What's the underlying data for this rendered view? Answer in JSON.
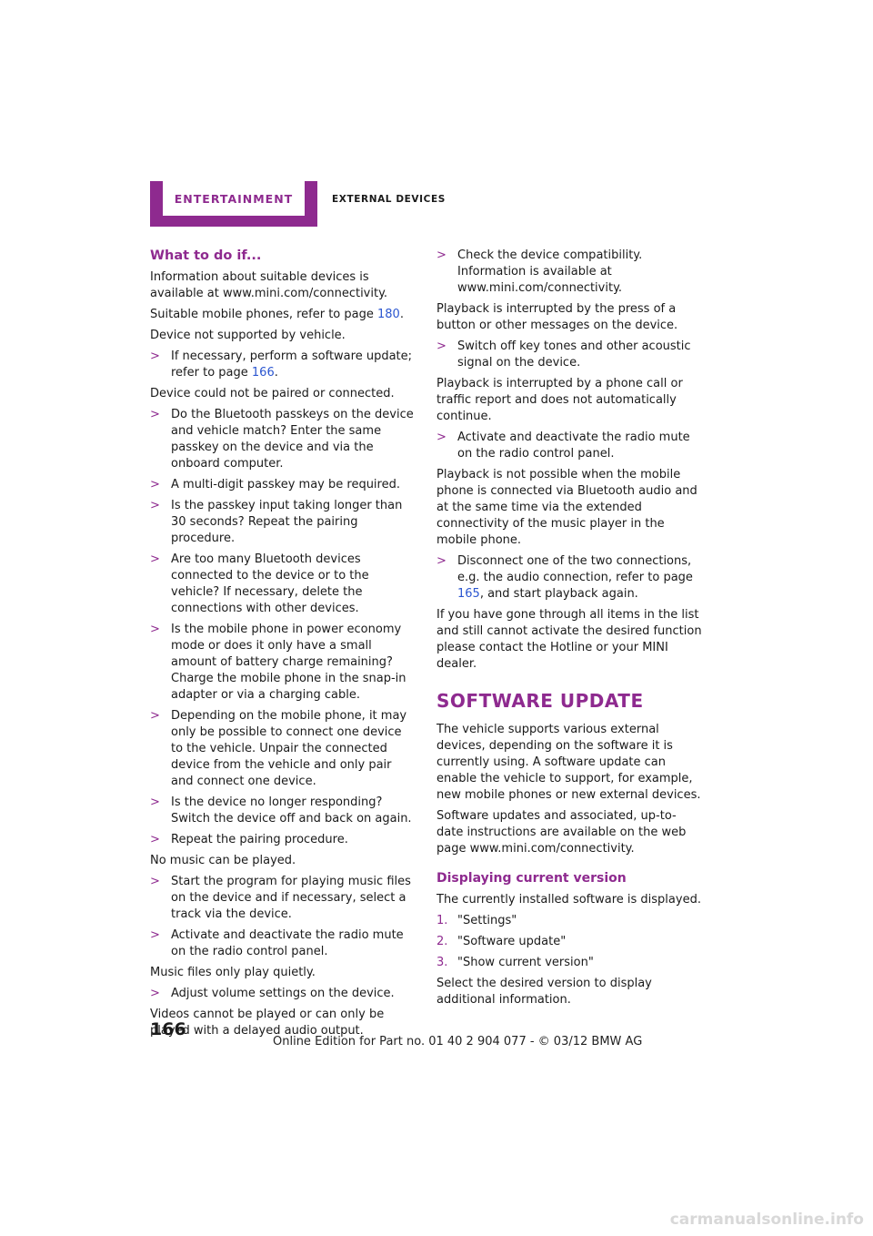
{
  "header": {
    "chapter": "ENTERTAINMENT",
    "section": "EXTERNAL DEVICES"
  },
  "troubleshoot": {
    "heading": "What to do if...",
    "intro1": "Information about suitable devices is available at www.mini.com/connectivity.",
    "intro2_text": "Suitable mobile phones, refer to page ",
    "intro2_page": "180",
    "intro2_end": ".",
    "p_not_supported": "Device not supported by vehicle.",
    "b_update_text": "If necessary, perform a software update; refer to page ",
    "b_update_page": "166",
    "b_update_end": ".",
    "p_not_paired": "Device could not be paired or connected.",
    "b_passkey_match": "Do the Bluetooth passkeys on the device and vehicle match? Enter the same passkey on the device and via the onboard computer.",
    "b_multi_digit": "A multi-digit passkey may be required.",
    "b_passkey_time": "Is the passkey input taking longer than 30 seconds? Repeat the pairing procedure.",
    "b_too_many": "Are too many Bluetooth devices connected to the device or to the vehicle? If necessary, delete the connections with other devices.",
    "b_power": "Is the mobile phone in power economy mode or does it only have a small amount of battery charge remaining? Charge the mobile phone in the snap-in adapter or via a charging cable.",
    "b_one_device": "Depending on the mobile phone, it may only be possible to connect one device to the vehicle. Unpair the connected device from the vehicle and only pair and connect one device.",
    "b_no_response": "Is the device no longer responding? Switch the device off and back on again.",
    "b_repeat": "Repeat the pairing procedure.",
    "p_no_music": "No music can be played.",
    "b_start_program": "Start the program for playing music files on the device and if necessary, select a track via the device.",
    "b_radio_mute_1": "Activate and deactivate the radio mute on the radio control panel.",
    "p_quiet": "Music files only play quietly.",
    "b_volume": "Adjust volume settings on the device.",
    "p_videos": "Videos cannot be played or can only be played with a delayed audio output.",
    "b_compat": "Check the device compatibility. Information is available at www.mini.com/connectivity.",
    "p_interrupt_button": "Playback is interrupted by the press of a button or other messages on the device.",
    "b_key_tones": "Switch off key tones and other acoustic signal on the device.",
    "p_interrupt_call": "Playback is interrupted by a phone call or traffic report and does not automatically continue.",
    "b_radio_mute_2": "Activate and deactivate the radio mute on the radio control panel.",
    "p_not_possible": "Playback is not possible when the mobile phone is connected via Bluetooth audio and at the same time via the extended connectivity of the music player in the mobile phone.",
    "b_disconnect_text": "Disconnect one of the two connections, e.g. the audio connection, refer to page ",
    "b_disconnect_page": "165",
    "b_disconnect_end": ", and start playback again.",
    "p_dealer": "If you have gone through all items in the list and still cannot activate the desired function please contact the Hotline or your MINI dealer."
  },
  "software": {
    "heading": "Software update",
    "p1": "The vehicle supports various external devices, depending on the software it is currently using. A software update can enable the vehicle to support, for example, new mobile phones or new external devices.",
    "p2": "Software updates and associated, up-to-date instructions are available on the web page www.mini.com/connectivity.",
    "subheading": "Displaying current version",
    "p3": "The currently installed software is displayed.",
    "steps": [
      {
        "num": "1.",
        "text": "\"Settings\""
      },
      {
        "num": "2.",
        "text": "\"Software update\""
      },
      {
        "num": "3.",
        "text": "\"Show current version\""
      }
    ],
    "p4": "Select the desired version to display additional information."
  },
  "footer": {
    "page_number": "166",
    "edition": "Online Edition for Part no. 01 40 2 904 077 - © 03/12 BMW AG",
    "watermark": "carmanualsonline.info"
  },
  "colors": {
    "accent": "#8e2a8f",
    "link": "#2b56d0"
  }
}
